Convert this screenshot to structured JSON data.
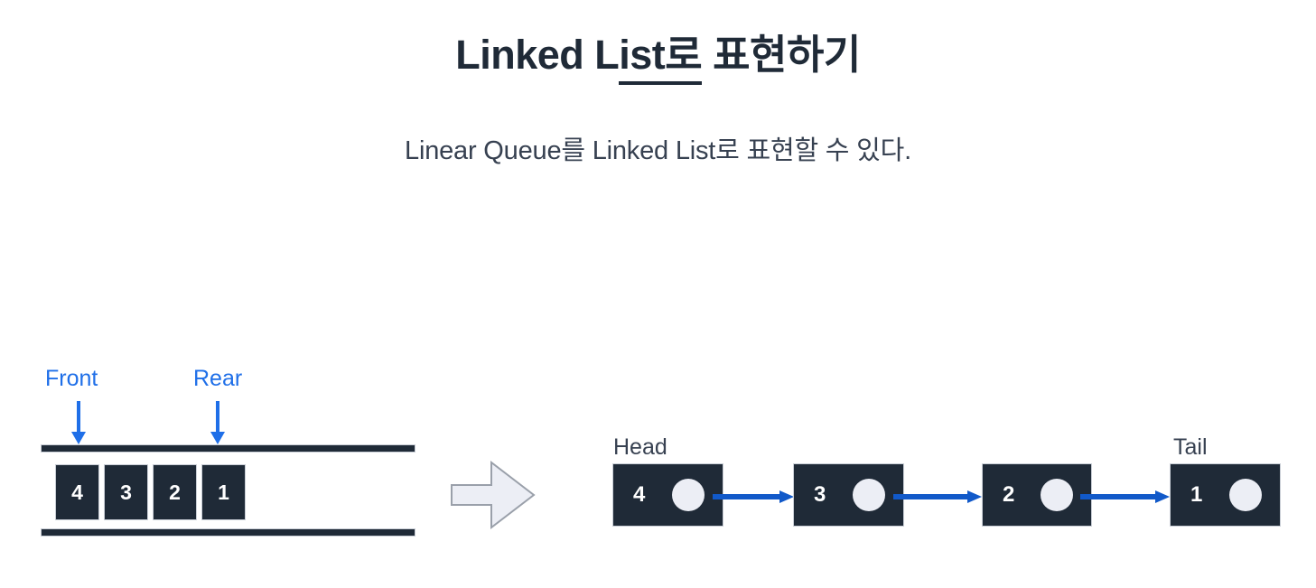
{
  "slide": {
    "title_plain_prefix": "Linked L",
    "title_underlined": "ist로",
    "title_plain_suffix": " 표현하기",
    "title_full": "Linked List로 표현하기",
    "subtitle": "Linear Queue를 Linked List로 표현할 수 있다."
  },
  "colors": {
    "background": "#ffffff",
    "ink": "#1f2a37",
    "subtitle_ink": "#374151",
    "pointer_blue": "#1f6fe8",
    "link_blue": "#1159c9",
    "node_fill": "#1f2a37",
    "node_circle": "#eceef5",
    "block_arrow_fill": "#eceef5",
    "block_arrow_stroke": "#9aa0aa",
    "cell_border": "#c9ced6"
  },
  "queue": {
    "name": "linear-queue",
    "pointers": [
      {
        "label": "Front",
        "icon": "arrow-down-icon"
      },
      {
        "label": "Rear",
        "icon": "arrow-down-icon"
      }
    ],
    "cells": [
      "4",
      "3",
      "2",
      "1"
    ]
  },
  "transform": {
    "icon": "block-arrow-right-icon"
  },
  "linked_list": {
    "name": "linked-list",
    "head_label": "Head",
    "tail_label": "Tail",
    "nodes": [
      {
        "value": "4",
        "next_icon": "pointer-circle-icon"
      },
      {
        "value": "3",
        "next_icon": "pointer-circle-icon"
      },
      {
        "value": "2",
        "next_icon": "pointer-circle-icon"
      },
      {
        "value": "1",
        "next_icon": "pointer-circle-icon"
      }
    ],
    "links": [
      {
        "from": "4",
        "to": "3",
        "icon": "arrow-right-icon"
      },
      {
        "from": "3",
        "to": "2",
        "icon": "arrow-right-icon"
      },
      {
        "from": "2",
        "to": "1",
        "icon": "arrow-right-icon"
      }
    ]
  }
}
